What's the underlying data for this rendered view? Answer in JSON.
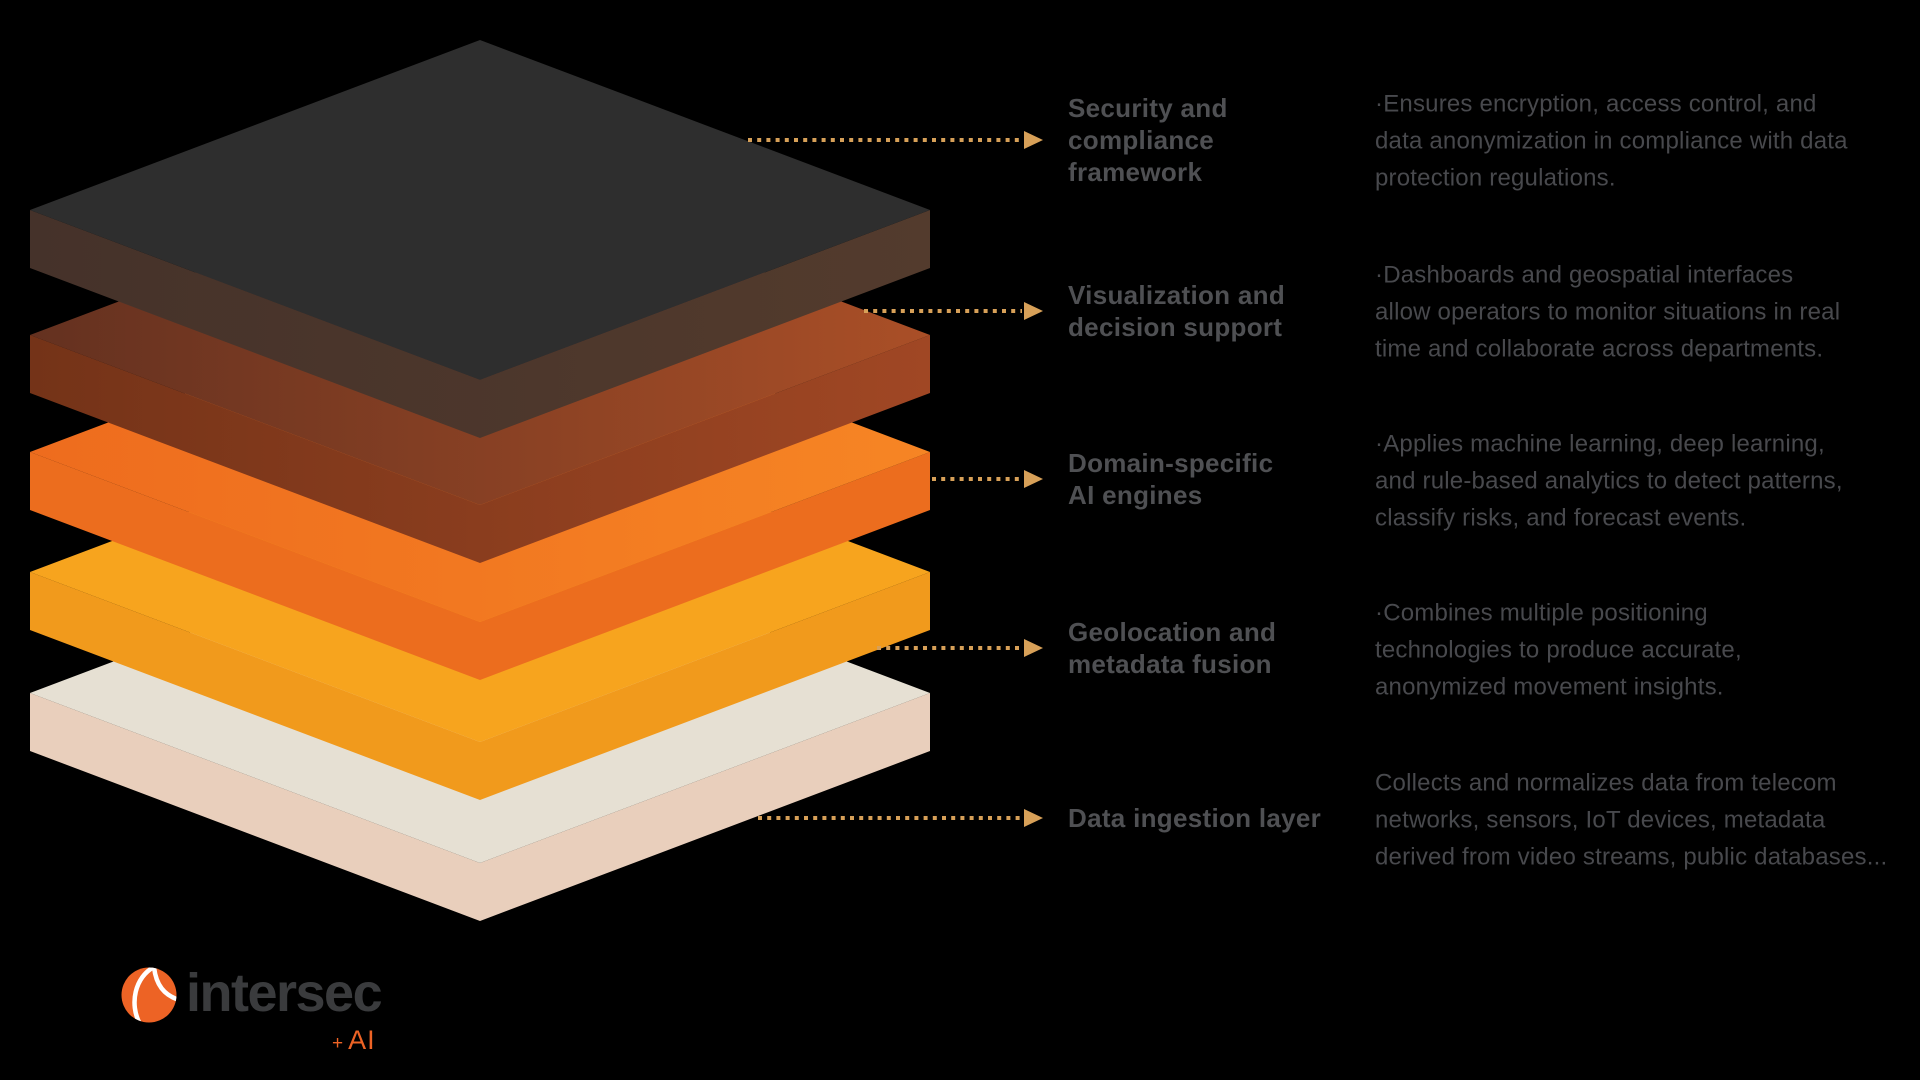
{
  "background": "#000000",
  "arrow": {
    "color": "#d7a058"
  },
  "text": {
    "label_color": "#4f5053",
    "desc_color": "#48494d"
  },
  "layers": [
    {
      "label": "Security and\ncompliance\nframework",
      "desc": "·Ensures encryption, access control, and\ndata anonymization in compliance with data\nprotection regulations.",
      "colors": {
        "top": "#2e2e2e",
        "side": {
          "from": "#45322a",
          "to": "#533b2d"
        }
      }
    },
    {
      "label": "Visualization and\ndecision support",
      "desc": "·Dashboards and geospatial interfaces\nallow operators to monitor situations in real\ntime and collaborate across departments.",
      "colors": {
        "top": {
          "from": "#643120",
          "to": "#aa4f27"
        },
        "side": {
          "from": "#743318",
          "to": "#a04724"
        }
      }
    },
    {
      "label": "Domain-specific\nAI engines",
      "desc": "·Applies machine learning, deep learning,\nand rule-based analytics to detect patterns,\nclassify risks, and forecast events.",
      "colors": {
        "top": {
          "from": "#ee6c1e",
          "to": "#f68524"
        },
        "side": "#ec6d1e"
      }
    },
    {
      "label": "Geolocation and\nmetadata fusion",
      "desc": "·Combines multiple positioning\ntechnologies to produce accurate,\nanonymized movement insights.",
      "colors": {
        "top": "#f7a41e",
        "side": "#f19a1c"
      }
    },
    {
      "label": "Data ingestion layer",
      "desc": "Collects and normalizes data from telecom\nnetworks, sensors, IoT devices, metadata\nderived from video streams, public databases...",
      "colors": {
        "top": "#e6e0d3",
        "side": "#e9cfbc"
      }
    }
  ],
  "logo": {
    "brand": "intersec",
    "plus": "+",
    "suffix": "AI",
    "orange": "#ed6325",
    "text_color": "#3a3b3d",
    "swoosh_color": "#ffffff"
  }
}
